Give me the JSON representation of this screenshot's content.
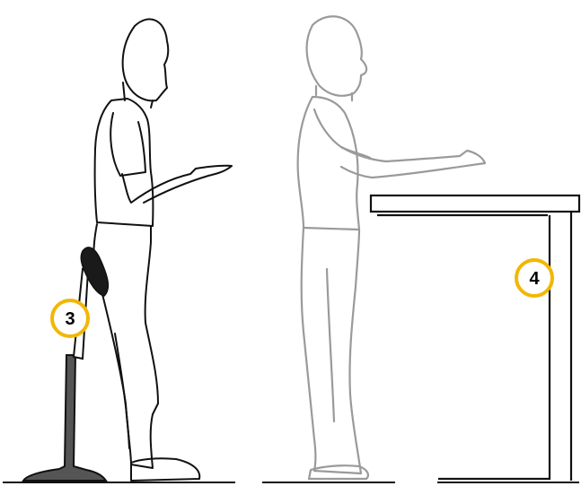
{
  "colors": {
    "background": "#ffffff",
    "outline_dark": "#111111",
    "outline_faint": "#9a9a9a",
    "stool_base": "#555555",
    "seat_pad": "#1a1a1a",
    "badge_ring": "#f2b705",
    "badge_fill": "#ffffff",
    "badge_text": "#000000"
  },
  "badges": {
    "stool": {
      "number": "3"
    },
    "desk": {
      "number": "4"
    }
  },
  "icons": {
    "stool_callout": "numbered-circle",
    "desk_callout": "numbered-circle"
  }
}
